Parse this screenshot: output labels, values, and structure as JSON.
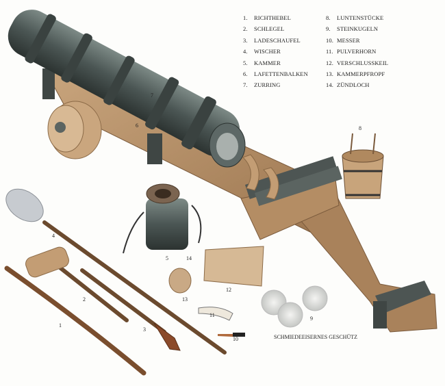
{
  "legend": [
    {
      "num": "1.",
      "label": "RICHTHEBEL"
    },
    {
      "num": "2.",
      "label": "SCHLEGEL"
    },
    {
      "num": "3.",
      "label": "LADESCHAUFEL"
    },
    {
      "num": "4.",
      "label": "WISCHER"
    },
    {
      "num": "5.",
      "label": "KAMMER"
    },
    {
      "num": "6.",
      "label": "LAFETTENBALKEN"
    },
    {
      "num": "7.",
      "label": "ZURRING"
    },
    {
      "num": "8.",
      "label": "LUNTENSTÜCKE"
    },
    {
      "num": "9.",
      "label": "STEINKUGELN"
    },
    {
      "num": "10.",
      "label": "MESSER"
    },
    {
      "num": "11.",
      "label": "PULVERHORN"
    },
    {
      "num": "12.",
      "label": "VERSCHLUSSKEIL"
    },
    {
      "num": "13.",
      "label": "KAMMERPFROPF"
    },
    {
      "num": "14.",
      "label": "ZÜNDLOCH"
    }
  ],
  "callouts": {
    "c1": "1",
    "c2": "2",
    "c3": "3",
    "c4": "4",
    "c5": "5",
    "c6": "6",
    "c7": "7",
    "c8": "8",
    "c9": "9",
    "c10": "10",
    "c11": "11",
    "c12": "12",
    "c13": "13",
    "c14": "14"
  },
  "caption": "SCHMIEDEEISERNES GESCHÜTZ"
}
